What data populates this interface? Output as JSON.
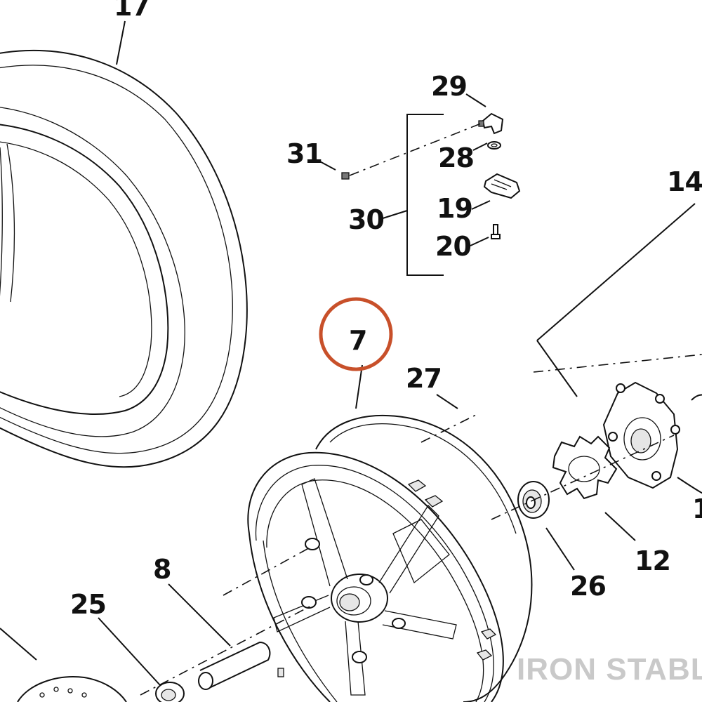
{
  "callouts": {
    "p17": "17",
    "p29": "29",
    "p31": "31",
    "p28": "28",
    "p14": "14",
    "p30": "30",
    "p19": "19",
    "p20": "20",
    "p7": "7",
    "p27": "27",
    "p8": "8",
    "p12": "12",
    "p25": "25",
    "p26": "26",
    "p1_partial": "1"
  },
  "highlight": {
    "callout": "7",
    "color": "#c8502a"
  },
  "watermark": "IRON STABLE"
}
